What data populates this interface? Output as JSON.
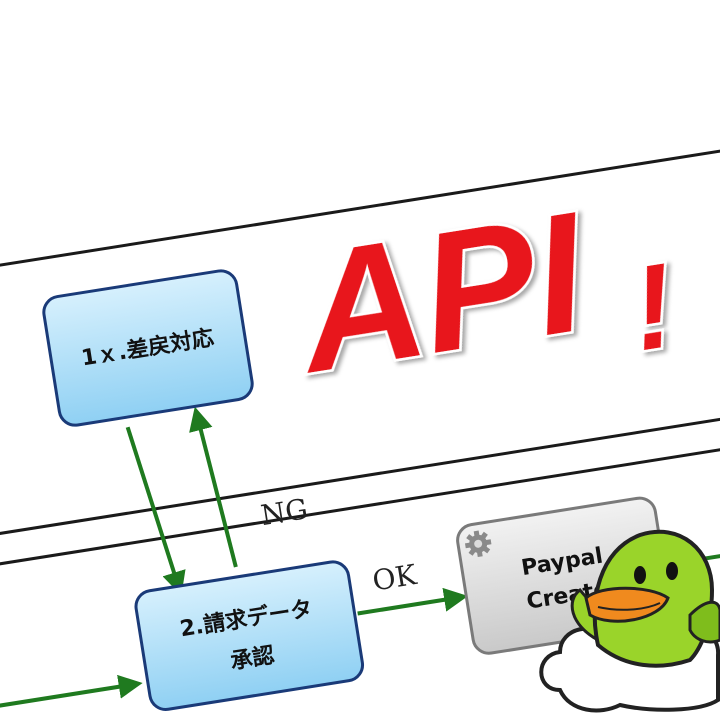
{
  "diagram": {
    "nodes": {
      "rework": {
        "label": "1ｘ.差戻対応"
      },
      "approve": {
        "label_line1": "2.請求データ",
        "label_line2": "承認"
      },
      "paypal": {
        "label_line1": "Paypal",
        "label_line2": "Create"
      }
    },
    "edges": {
      "ng_label": "NG",
      "ok_label": "OK"
    }
  },
  "overlay": {
    "headline": "API",
    "exclamation": "!"
  },
  "colors": {
    "task_fill": "#a9dcf6",
    "task_stroke": "#1a3a78",
    "service_fill": "#dcdcdc",
    "service_stroke": "#7a7a7a",
    "arrow": "#1f7a1f",
    "lane_line": "#1a1a1a",
    "headline": "#e8161c",
    "end_event": "#7a1a24",
    "mascot_body": "#9ad42a",
    "mascot_beak": "#f08a1e",
    "cloud": "#ffffff"
  },
  "icons": {
    "gear": "gear-icon",
    "card": "credit-card-icon",
    "mascot": "bird-mascot-illustration"
  }
}
